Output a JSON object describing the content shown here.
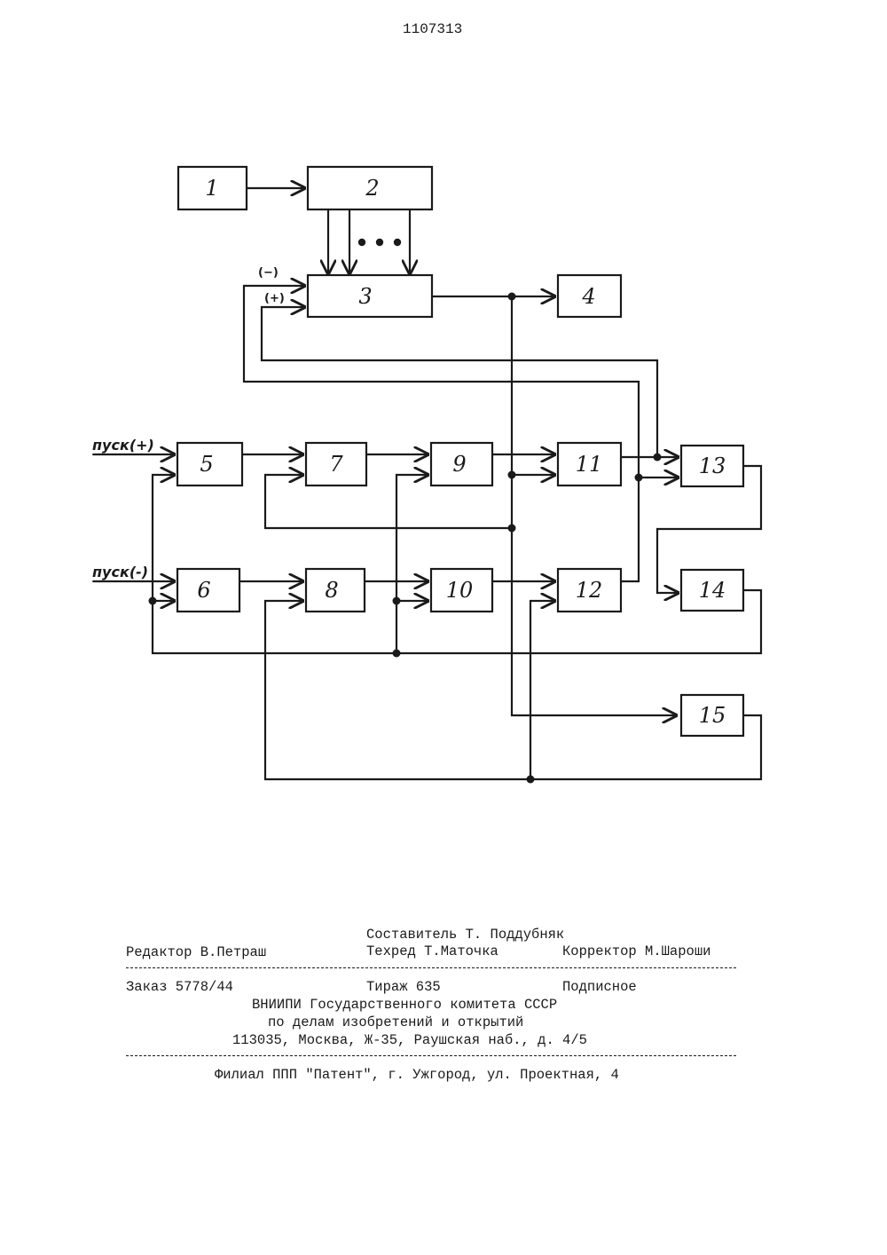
{
  "header": {
    "patent_number": "1107313"
  },
  "diagram": {
    "blocks": [
      {
        "id": "b1",
        "label": "1"
      },
      {
        "id": "b2",
        "label": "2"
      },
      {
        "id": "b3",
        "label": "3"
      },
      {
        "id": "b4",
        "label": "4"
      },
      {
        "id": "b5",
        "label": "5"
      },
      {
        "id": "b6",
        "label": "6"
      },
      {
        "id": "b7",
        "label": "7"
      },
      {
        "id": "b8",
        "label": "8"
      },
      {
        "id": "b9",
        "label": "9"
      },
      {
        "id": "b10",
        "label": "10"
      },
      {
        "id": "b11",
        "label": "11"
      },
      {
        "id": "b12",
        "label": "12"
      },
      {
        "id": "b13",
        "label": "13"
      },
      {
        "id": "b14",
        "label": "14"
      },
      {
        "id": "b15",
        "label": "15"
      }
    ],
    "inputs": {
      "start_plus": "пуск(+)",
      "start_minus": "пуск(-)"
    },
    "polarity": {
      "minus": "(−)",
      "plus": "(+)"
    }
  },
  "footer": {
    "compiler": "Составитель Т. Поддубняк",
    "editor": "Редактор В.Петраш",
    "techred": "Техред Т.Маточка",
    "corrector": "Корректор М.Шароши",
    "order": "Заказ 5778/44",
    "circulation": "Тираж 635",
    "subscription": "Подписное",
    "org_line1": "ВНИИПИ Государственного комитета СССР",
    "org_line2": "по делам изобретений и открытий",
    "org_line3": "113035, Москва, Ж-35, Раушская наб., д. 4/5",
    "branch": "Филиал ППП \"Патент\", г. Ужгород, ул. Проектная, 4"
  }
}
